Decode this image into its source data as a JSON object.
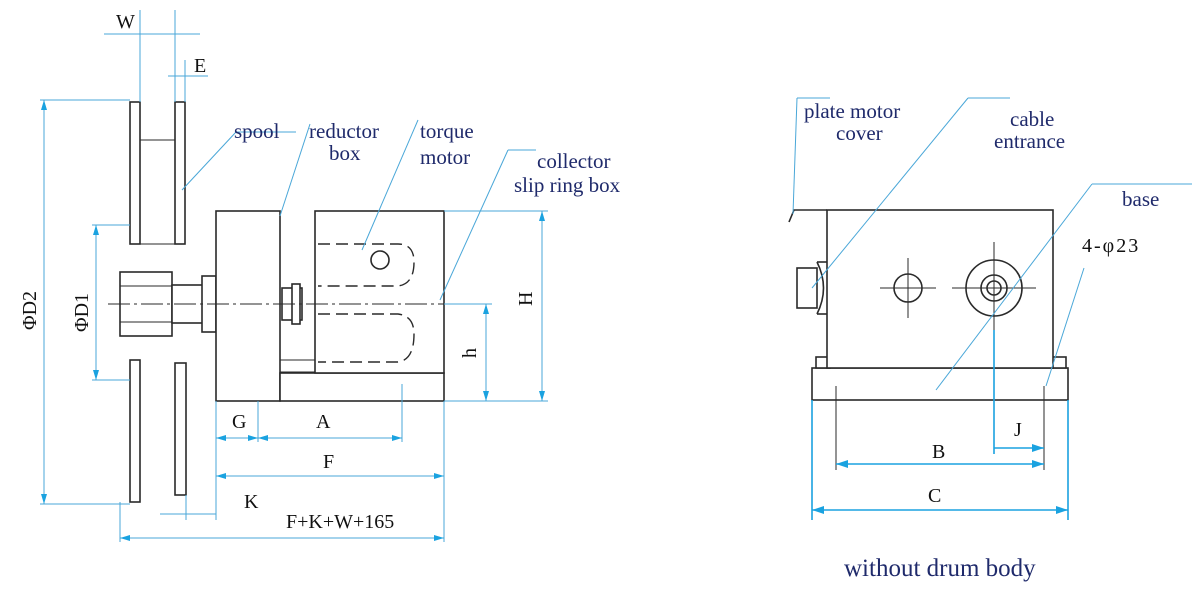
{
  "left_view": {
    "labels": {
      "spool": "spool",
      "reductor_1": "reductor",
      "reductor_2": "box",
      "torque_1": "torque",
      "torque_2": "motor",
      "collector_1": "collector",
      "collector_2": "slip ring box"
    },
    "dimensions": {
      "w": "W",
      "e": "E",
      "d2": "ΦD2",
      "d1": "ΦD1",
      "g": "G",
      "a": "A",
      "f": "F",
      "k": "K",
      "total": "F+K+W+165",
      "h_big": "H",
      "h_small": "h"
    }
  },
  "right_view": {
    "labels": {
      "plate_1": "plate motor",
      "plate_2": "cover",
      "cable_1": "cable",
      "cable_2": "entrance",
      "base": "base",
      "holes": "4-φ23"
    },
    "dimensions": {
      "b": "B",
      "j": "J",
      "c": "C"
    },
    "caption": "without drum body"
  },
  "colors": {
    "label_text": "#1f2a6b",
    "leader_lines": "#4aa7d8",
    "dimension_lines": "#1aa2e0",
    "drawing_lines": "#2a2a2a"
  }
}
